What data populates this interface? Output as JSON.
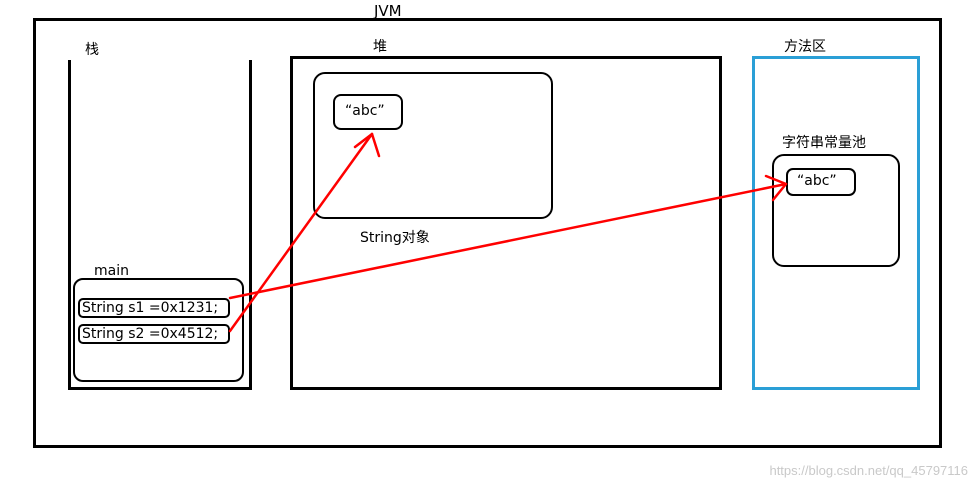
{
  "jvm": {
    "label": "JVM"
  },
  "stack": {
    "label": "栈",
    "frame": {
      "label": "main",
      "vars": [
        "String s1 =0x1231;",
        "String s2 =0x4512;"
      ]
    }
  },
  "heap": {
    "label": "堆",
    "object": {
      "value": "“abc”",
      "caption": "String对象"
    }
  },
  "method_area": {
    "label": "方法区",
    "pool": {
      "label": "字符串常量池",
      "value": "“abc”"
    }
  },
  "watermark": "https://blog.csdn.net/qq_45797116",
  "colors": {
    "arrow": "#ff0000",
    "method_area_border": "#2a9fd6",
    "stroke": "#000000"
  }
}
